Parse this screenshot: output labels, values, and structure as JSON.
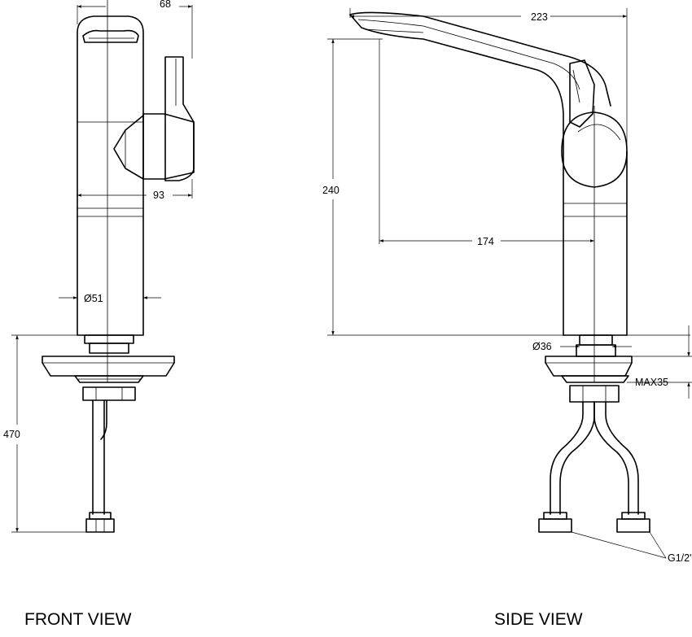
{
  "front_view": {
    "title": "FRONT VIEW",
    "dims": {
      "top_width": "68",
      "handle_reach": "93",
      "body_diameter": "Ø51",
      "total_height": "470"
    }
  },
  "side_view": {
    "title": "SIDE VIEW",
    "dims": {
      "spout_length": "223",
      "spout_height": "240",
      "spout_reach": "174",
      "shank_diameter": "Ø36",
      "max_deck": "MAX35",
      "thread": "G1/2\""
    }
  }
}
